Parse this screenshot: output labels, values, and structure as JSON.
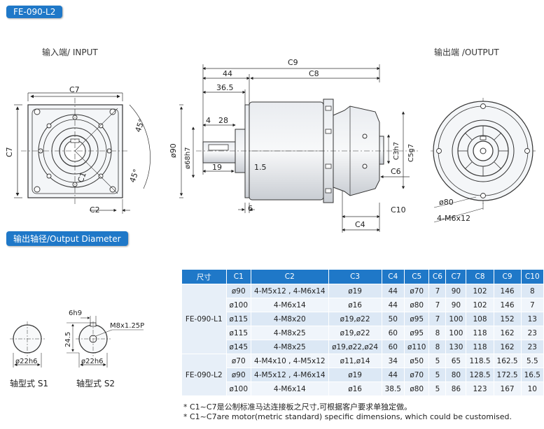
{
  "title_tag": "FE-090-L2",
  "input_label": "输入端/ INPUT",
  "output_label": "输出端 /OUTPUT",
  "output_diameter_tag": "输出轴径/Output Diameter",
  "drawing": {
    "input_view": {
      "c7_top": "C7",
      "c7_side": "C7",
      "c1": "C1",
      "c2": "C2",
      "angle_a": "45°",
      "angle_b": "45°"
    },
    "side_view": {
      "c9": "C9",
      "d44": "44",
      "c8": "C8",
      "d365": "36.5",
      "d4": "4",
      "d28": "28",
      "d19": "19",
      "d15": "1.5",
      "d6": "6",
      "dia90": "ø90",
      "dia68": "ø68h7",
      "c3": "C3h7",
      "c5": "C5g7",
      "c6": "C6",
      "c10": "C10",
      "c4": "C4"
    },
    "output_view": {
      "dia80": "ø80",
      "bolts": "4-M6x12"
    },
    "shafts": {
      "s1_dia": "ø22h6",
      "s2_dia": "ø22h6",
      "key_w": "6h9",
      "thread": "M8x1.25P",
      "height": "24.5",
      "s1_label": "轴型式  S1",
      "s2_label": "轴型式  S2"
    }
  },
  "table": {
    "headers": [
      "尺寸",
      "C1",
      "C2",
      "C3",
      "C4",
      "C5",
      "C6",
      "C7",
      "C8",
      "C9",
      "C10"
    ],
    "groups": [
      {
        "model": "FE-090-L1",
        "rows": [
          [
            "ø90",
            "4-M5x12 , 4-M6x14",
            "ø19",
            "44",
            "ø70",
            "7",
            "90",
            "102",
            "146",
            "8"
          ],
          [
            "ø100",
            "4-M6x14",
            "ø16",
            "44",
            "ø80",
            "7",
            "90",
            "102",
            "146",
            "7"
          ],
          [
            "ø115",
            "4-M8x20",
            "ø19,ø22",
            "50",
            "ø95",
            "7",
            "100",
            "108",
            "152",
            "13"
          ],
          [
            "ø115",
            "4-M8x25",
            "ø19,ø22",
            "60",
            "ø95",
            "8",
            "100",
            "118",
            "162",
            "23"
          ],
          [
            "ø145",
            "4-M8x25",
            "ø19,ø22,ø24",
            "60",
            "ø110",
            "8",
            "130",
            "118",
            "162",
            "23"
          ]
        ]
      },
      {
        "model": "FE-090-L2",
        "rows": [
          [
            "ø70",
            "4-M4x10 , 4-M5x12",
            "ø11,ø14",
            "34",
            "ø50",
            "5",
            "65",
            "118.5",
            "162.5",
            "5.5"
          ],
          [
            "ø90",
            "4-M5x12 , 4-M6x14",
            "ø19",
            "44",
            "ø70",
            "5",
            "80",
            "128.5",
            "172.5",
            "16.5"
          ],
          [
            "ø100",
            "4-M6x14",
            "ø16",
            "38.5",
            "ø80",
            "5",
            "86",
            "123",
            "167",
            "10"
          ]
        ]
      }
    ]
  },
  "notes": [
    "* C1~C7是公制标准马达连接板之尺寸,可根据客户要求单独定做。",
    "* C1~C7are motor(metric standard)  specific dimensions, which could be customised."
  ],
  "colors": {
    "accent": "#1f78c8",
    "row_dark": "#dce8f5",
    "row_light": "#f0f5fb"
  }
}
